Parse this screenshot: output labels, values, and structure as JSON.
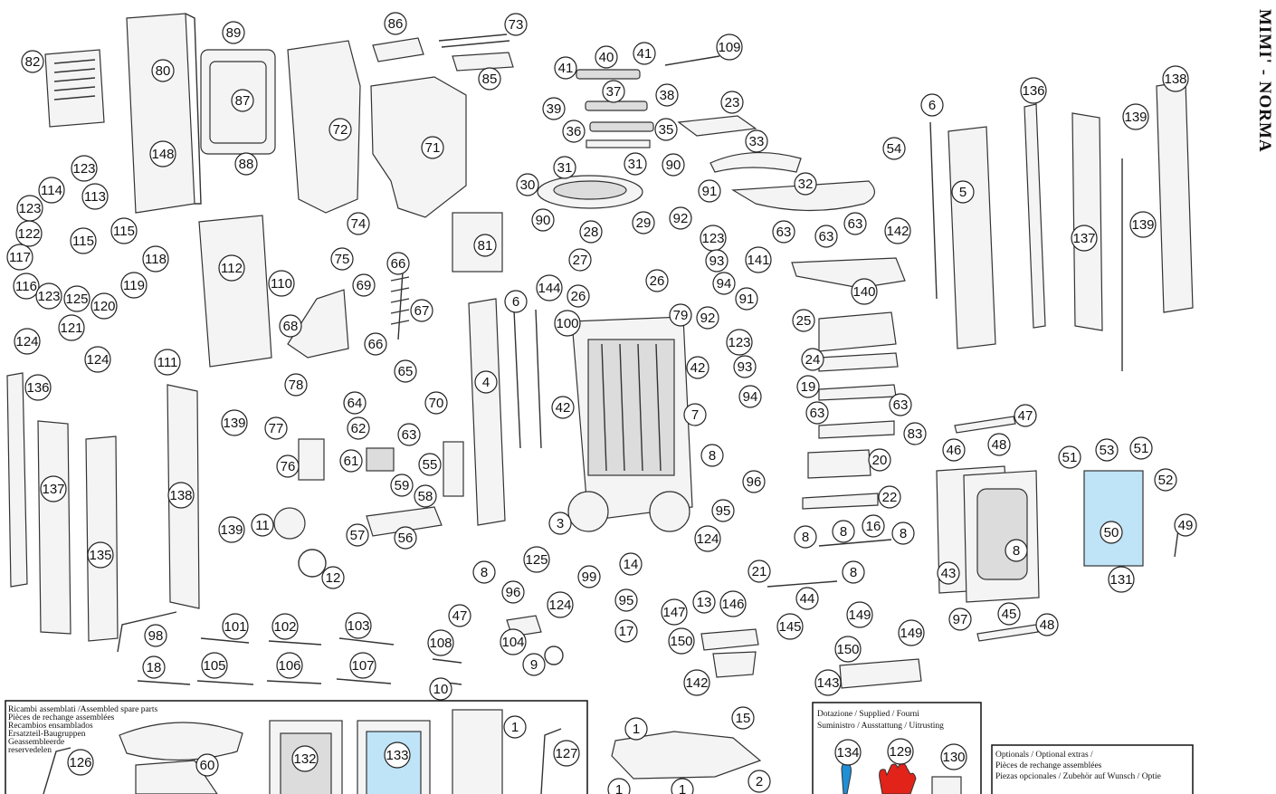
{
  "title": "MIMI' - NORMA",
  "boxes": {
    "assembled": {
      "lines": [
        "Ricambi assemblati /Assembled spare parts",
        "Pièces de rechange assemblées",
        "Recambios ensamblados",
        "Ersatzteil-Baugruppen",
        "Geassembleerde",
        "reservedelen"
      ]
    },
    "supplied": {
      "lines": [
        "Dotazione / Supplied / Fourni",
        "Suministro / Ausstattung / Uitrusting"
      ]
    },
    "optionals": {
      "lines": [
        "Optionals / Optional extras /",
        "Pièces de rechange assemblées",
        "Piezas opcionales / Zubehör auf Wunsch / Optie"
      ]
    }
  },
  "colors": {
    "glass": "#bfe3f7",
    "glove": "#e2231a",
    "tool": "#1f8fd6",
    "ink": "#222222"
  },
  "callouts": [
    "82",
    "80",
    "89",
    "87",
    "88",
    "148",
    "86",
    "73",
    "85",
    "72",
    "71",
    "41",
    "40",
    "41",
    "109",
    "39",
    "37",
    "38",
    "36",
    "35",
    "23",
    "33",
    "31",
    "31",
    "90",
    "30",
    "90",
    "32",
    "91",
    "6",
    "54",
    "136",
    "138",
    "139",
    "5",
    "137",
    "139",
    "123",
    "114",
    "113",
    "123",
    "122",
    "115",
    "117",
    "115",
    "118",
    "116",
    "119",
    "123",
    "125",
    "120",
    "124",
    "121",
    "124",
    "112",
    "111",
    "110",
    "74",
    "75",
    "69",
    "81",
    "66",
    "67",
    "68",
    "66",
    "28",
    "29",
    "27",
    "26",
    "26",
    "144",
    "100",
    "6",
    "92",
    "123",
    "63",
    "63",
    "63",
    "142",
    "93",
    "141",
    "140",
    "94",
    "91",
    "79",
    "92",
    "123",
    "25",
    "24",
    "42",
    "93",
    "94",
    "19",
    "63",
    "63",
    "83",
    "136",
    "139",
    "78",
    "77",
    "64",
    "65",
    "70",
    "62",
    "63",
    "4",
    "42",
    "7",
    "8",
    "47",
    "48",
    "46",
    "76",
    "61",
    "55",
    "20",
    "51",
    "53",
    "51",
    "52",
    "137",
    "138",
    "135",
    "59",
    "58",
    "96",
    "95",
    "3",
    "22",
    "50",
    "49",
    "11",
    "57",
    "56",
    "139",
    "12",
    "124",
    "14",
    "8",
    "8",
    "16",
    "8",
    "8",
    "43",
    "44",
    "21",
    "8",
    "8",
    "125",
    "99",
    "96",
    "124",
    "95",
    "13",
    "146",
    "97",
    "45",
    "48",
    "47",
    "98",
    "101",
    "102",
    "103",
    "104",
    "17",
    "147",
    "145",
    "149",
    "149",
    "150",
    "150",
    "9",
    "18",
    "105",
    "106",
    "107",
    "108",
    "142",
    "10",
    "143",
    "15",
    "1",
    "2",
    "1",
    "1",
    "1",
    "127",
    "126",
    "60",
    "132",
    "133",
    "134",
    "129",
    "130",
    "131",
    "53"
  ]
}
